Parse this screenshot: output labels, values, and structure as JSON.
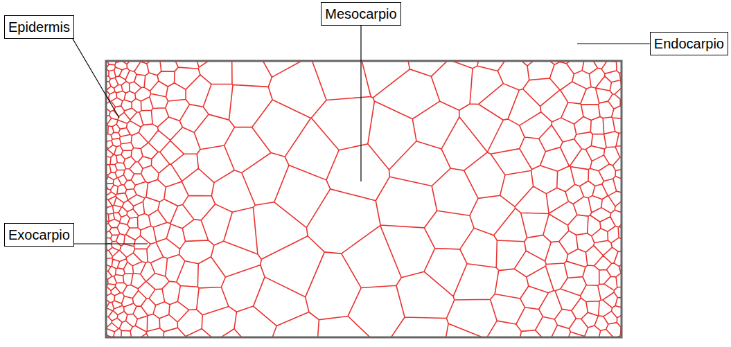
{
  "diagram": {
    "nodes": [
      {
        "text": [
          "Mesocarpio"
        ]
      },
      {
        "text": [
          "Epidermis"
        ]
      },
      {
        "text": [
          "Endocarpio"
        ]
      },
      {
        "text": [
          "Exocarpio"
        ]
      }
    ]
  }
}
